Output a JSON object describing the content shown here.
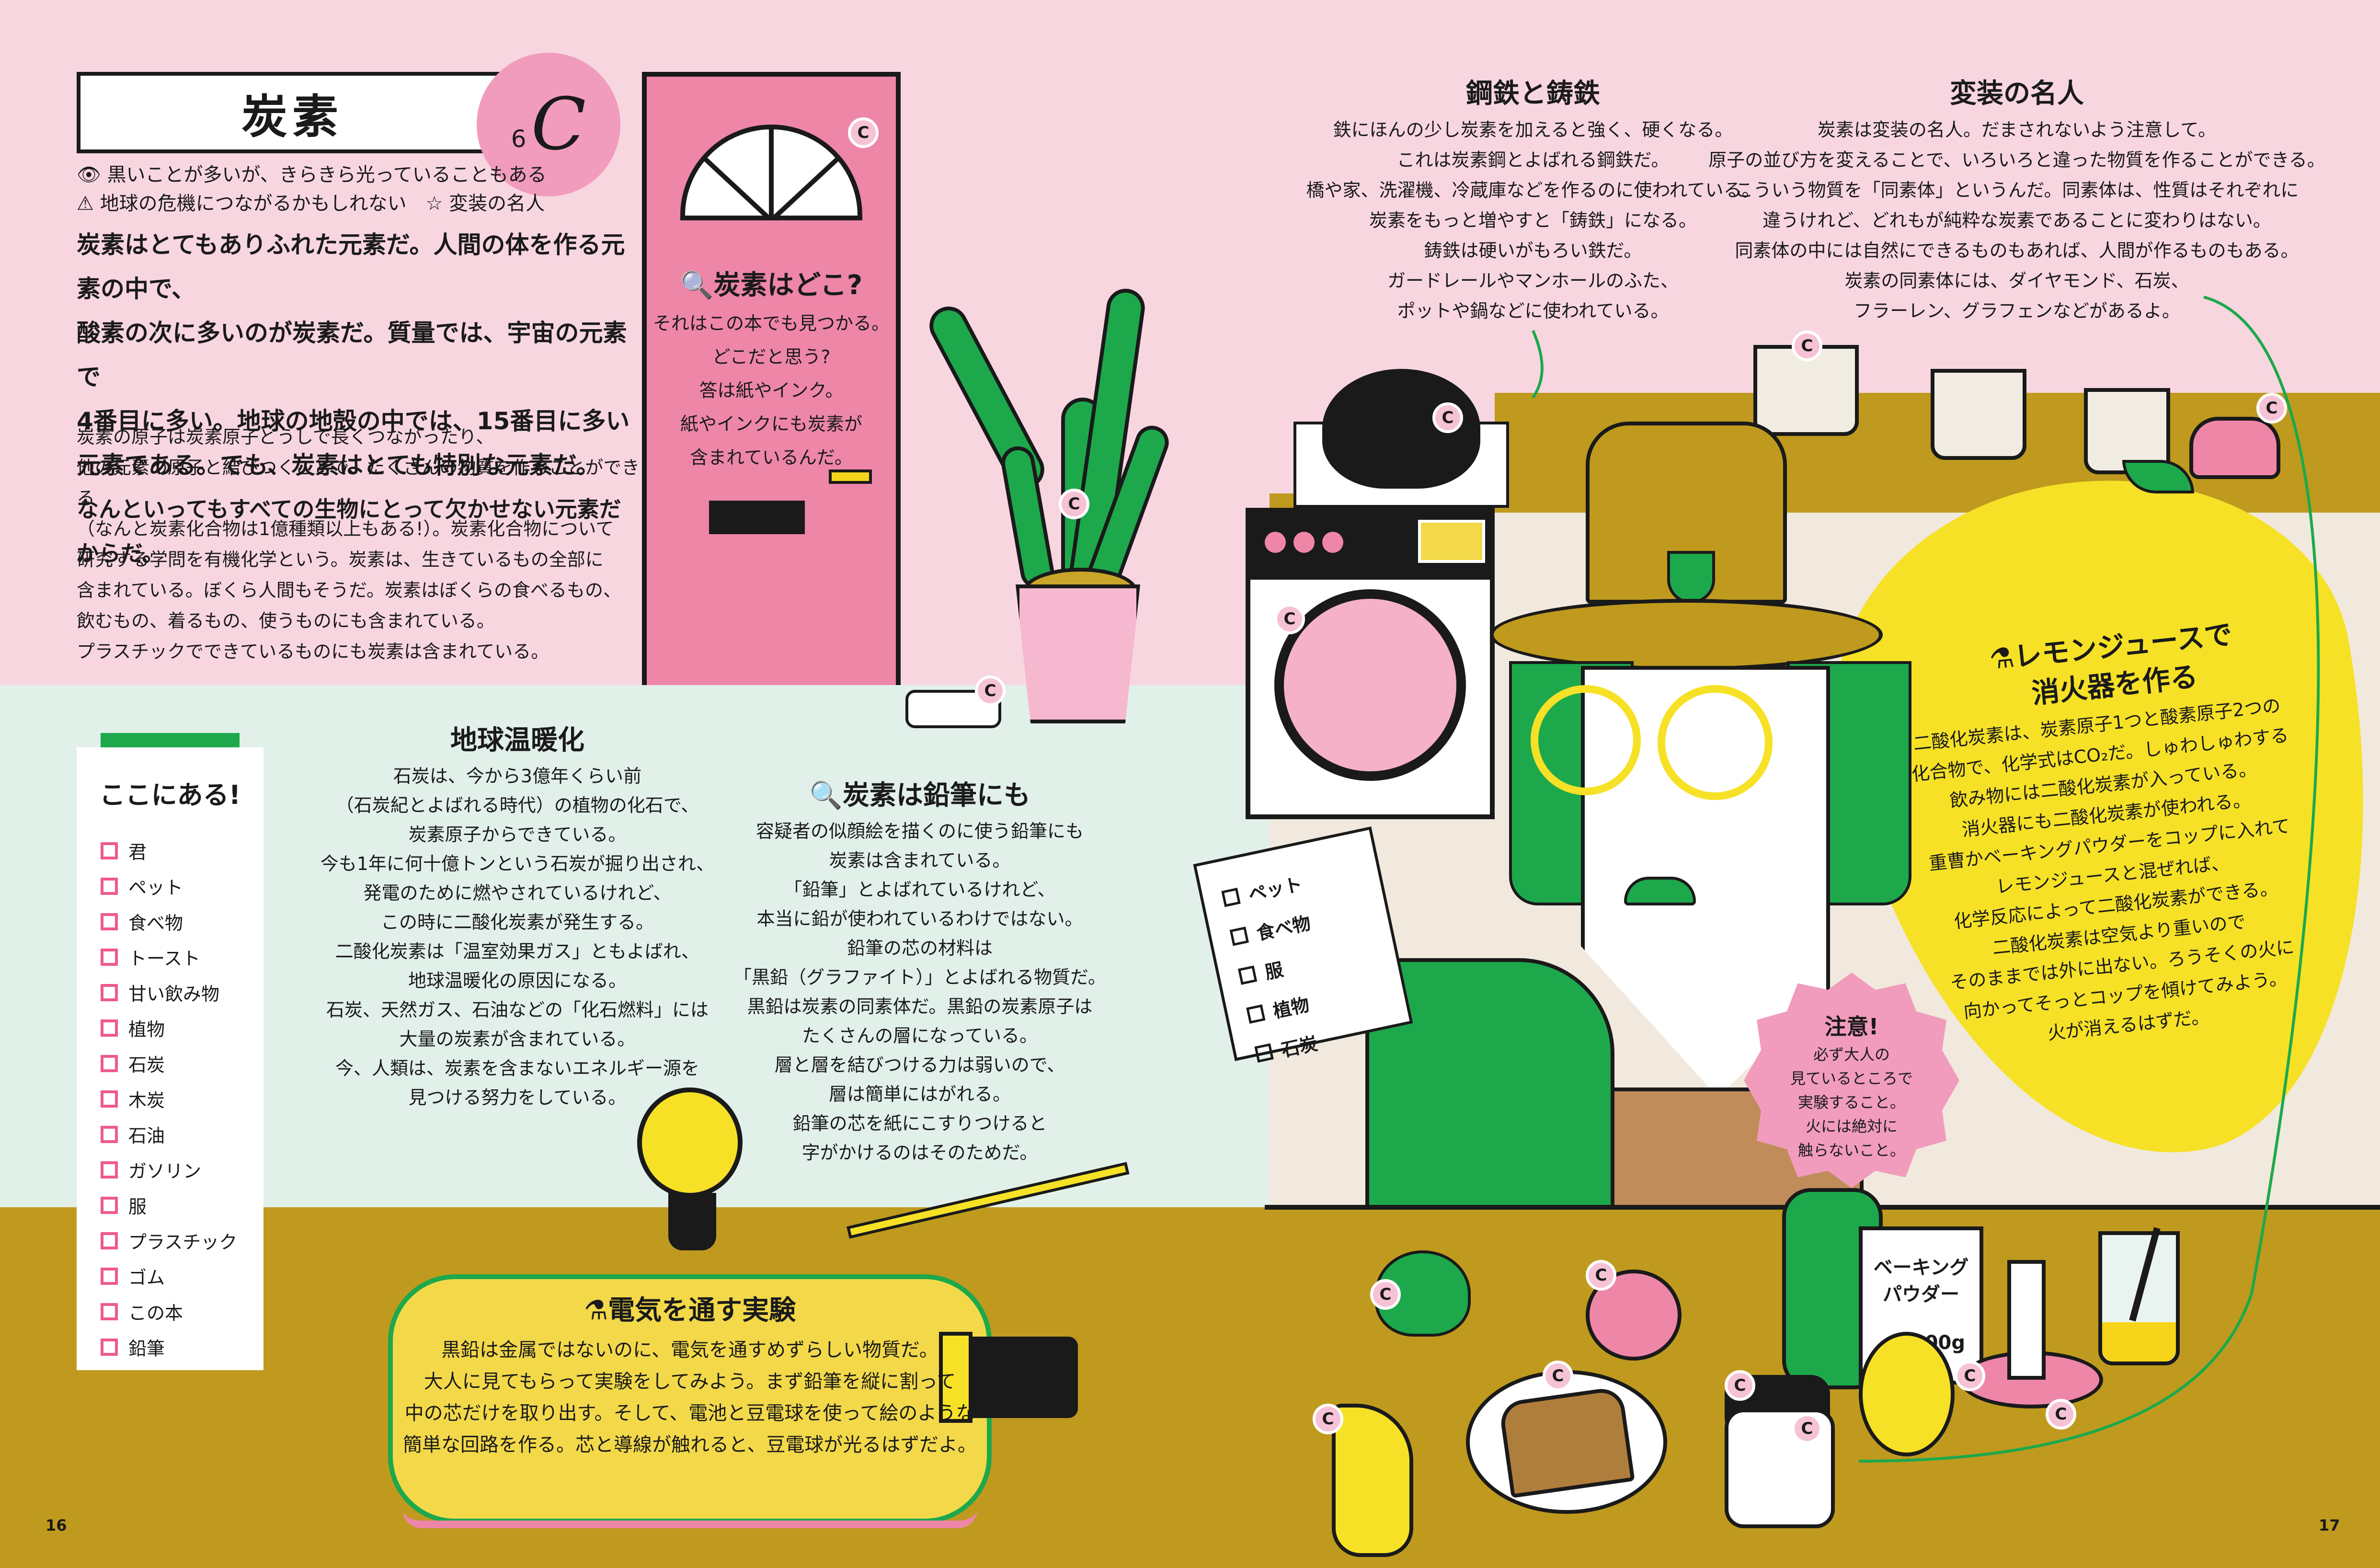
{
  "title": "炭素",
  "element": {
    "number": "6",
    "symbol": "C"
  },
  "meta": [
    "👁 黒いことが多いが、きらきら光っていることもある",
    "⚠ 地球の危機につながるかもしれない　☆ 変装の名人"
  ],
  "intro_lines": [
    "炭素はとてもありふれた元素だ。人間の体を作る元素の中で、",
    "酸素の次に多いのが炭素だ。質量では、宇宙の元素で",
    "4番目に多い。地球の地殻の中では、15番目に多い",
    "元素である。でも、炭素はとても特別な元素だ。",
    "なんといってもすべての生物にとって欠かせない元素だからだ。"
  ],
  "body_lines": [
    "炭素の原子は炭素原子どうしで長くつながったり、",
    "他の元素の原子と結びつくことで、たくさんの物質を作ることができる",
    "（なんと炭素化合物は1億種類以上もある!）。炭素化合物について",
    "研究する学問を有機化学という。炭素は、生きているもの全部に",
    "含まれている。ぼくら人間もそうだ。炭素はぼくらの食べるもの、",
    "飲むもの、着るもの、使うものにも含まれている。",
    "プラスチックでできているものにも炭素は含まれている。"
  ],
  "where": {
    "heading": "🔍炭素はどこ?",
    "lines": [
      "それはこの本でも見つかる。",
      "どこだと思う?",
      "答は紙やインク。",
      "紙やインクにも炭素が",
      "含まれているんだ。"
    ]
  },
  "checklist": {
    "title": "ここにある!",
    "items": [
      "君",
      "ペット",
      "食べ物",
      "トースト",
      "甘い飲み物",
      "植物",
      "石炭",
      "木炭",
      "石油",
      "ガソリン",
      "服",
      "プラスチック",
      "ゴム",
      "この本",
      "鉛筆"
    ]
  },
  "warming": {
    "heading": "地球温暖化",
    "lines": [
      "石炭は、今から3億年くらい前",
      "（石炭紀とよばれる時代）の植物の化石で、",
      "炭素原子からできている。",
      "今も1年に何十億トンという石炭が掘り出され、",
      "発電のために燃やされているけれど、",
      "この時に二酸化炭素が発生する。",
      "二酸化炭素は「温室効果ガス」ともよばれ、",
      "地球温暖化の原因になる。",
      "石炭、天然ガス、石油などの「化石燃料」には",
      "大量の炭素が含まれている。",
      "今、人類は、炭素を含まないエネルギー源を",
      "見つける努力をしている。"
    ]
  },
  "pencil": {
    "heading": "🔍炭素は鉛筆にも",
    "lines": [
      "容疑者の似顔絵を描くのに使う鉛筆にも",
      "炭素は含まれている。",
      "「鉛筆」とよばれているけれど、",
      "本当に鉛が使われているわけではない。",
      "鉛筆の芯の材料は",
      "「黒鉛（グラファイト）」とよばれる物質だ。",
      "黒鉛は炭素の同素体だ。黒鉛の炭素原子は",
      "たくさんの層になっている。",
      "層と層を結びつける力は弱いので、",
      "層は簡単にはがれる。",
      "鉛筆の芯を紙にこすりつけると",
      "字がかけるのはそのためだ。"
    ]
  },
  "experiment": {
    "heading": "⚗電気を通す実験",
    "lines": [
      "黒鉛は金属ではないのに、電気を通すめずらしい物質だ。",
      "大人に見てもらって実験をしてみよう。まず鉛筆を縦に割って",
      "中の芯だけを取り出す。そして、電池と豆電球を使って絵のような",
      "簡単な回路を作る。芯と導線が触れると、豆電球が光るはずだよ。"
    ]
  },
  "steel": {
    "heading": "鋼鉄と鋳鉄",
    "lines": [
      "鉄にほんの少し炭素を加えると強く、硬くなる。",
      "これは炭素鋼とよばれる鋼鉄だ。",
      "橋や家、洗濯機、冷蔵庫などを作るのに使われている。",
      "炭素をもっと増やすと「鋳鉄」になる。",
      "鋳鉄は硬いがもろい鉄だ。",
      "ガードレールやマンホールのふた、",
      "ポットや鍋などに使われている。"
    ]
  },
  "disguise": {
    "heading": "変装の名人",
    "lines": [
      "炭素は変装の名人。だまされないよう注意して。",
      "原子の並び方を変えることで、いろいろと違った物質を作ることができる。",
      "こういう物質を「同素体」というんだ。同素体は、性質はそれぞれに",
      "違うけれど、どれもが純粋な炭素であることに変わりはない。",
      "同素体の中には自然にできるものもあれば、人間が作るものもある。",
      "炭素の同素体には、ダイヤモンド、石炭、",
      "フラーレン、グラフェンなどがあるよ。"
    ]
  },
  "lemon": {
    "heading_1": "⚗レモンジュースで",
    "heading_2": "消火器を作る",
    "lines": [
      "二酸化炭素は、炭素原子1つと酸素原子2つの",
      "化合物で、化学式はCO₂だ。しゅわしゅわする",
      "飲み物には二酸化炭素が入っている。",
      "消火器にも二酸化炭素が使われる。",
      "重曹かベーキングパウダーをコップに入れて",
      "レモンジュースと混ぜれば、",
      "化学反応によって二酸化炭素ができる。",
      "二酸化炭素は空気より重いので",
      "そのままでは外に出ない。ろうそくの火に",
      "向かってそっとコップを傾けてみよう。",
      "火が消えるはずだ。"
    ]
  },
  "warning": {
    "title": "注意!",
    "lines": [
      "必ず大人の",
      "見ているところで",
      "実験すること。",
      "火には絶対に",
      "触らないこと。"
    ]
  },
  "note_list": [
    "ペット",
    "食べ物",
    "服",
    "植物",
    "石炭"
  ],
  "baking_powder": {
    "label_1": "ベーキング",
    "label_2": "パウダー",
    "weight": "100g"
  },
  "page_numbers": {
    "left": "16",
    "right": "17"
  },
  "marker_letter": "C",
  "colors": {
    "pink": "#f8d6e0",
    "mint": "#e2f0ea",
    "olive": "#bf9a1e",
    "green": "#1da84c",
    "yellow": "#f6e126",
    "accent_pink": "#ee86a8"
  }
}
